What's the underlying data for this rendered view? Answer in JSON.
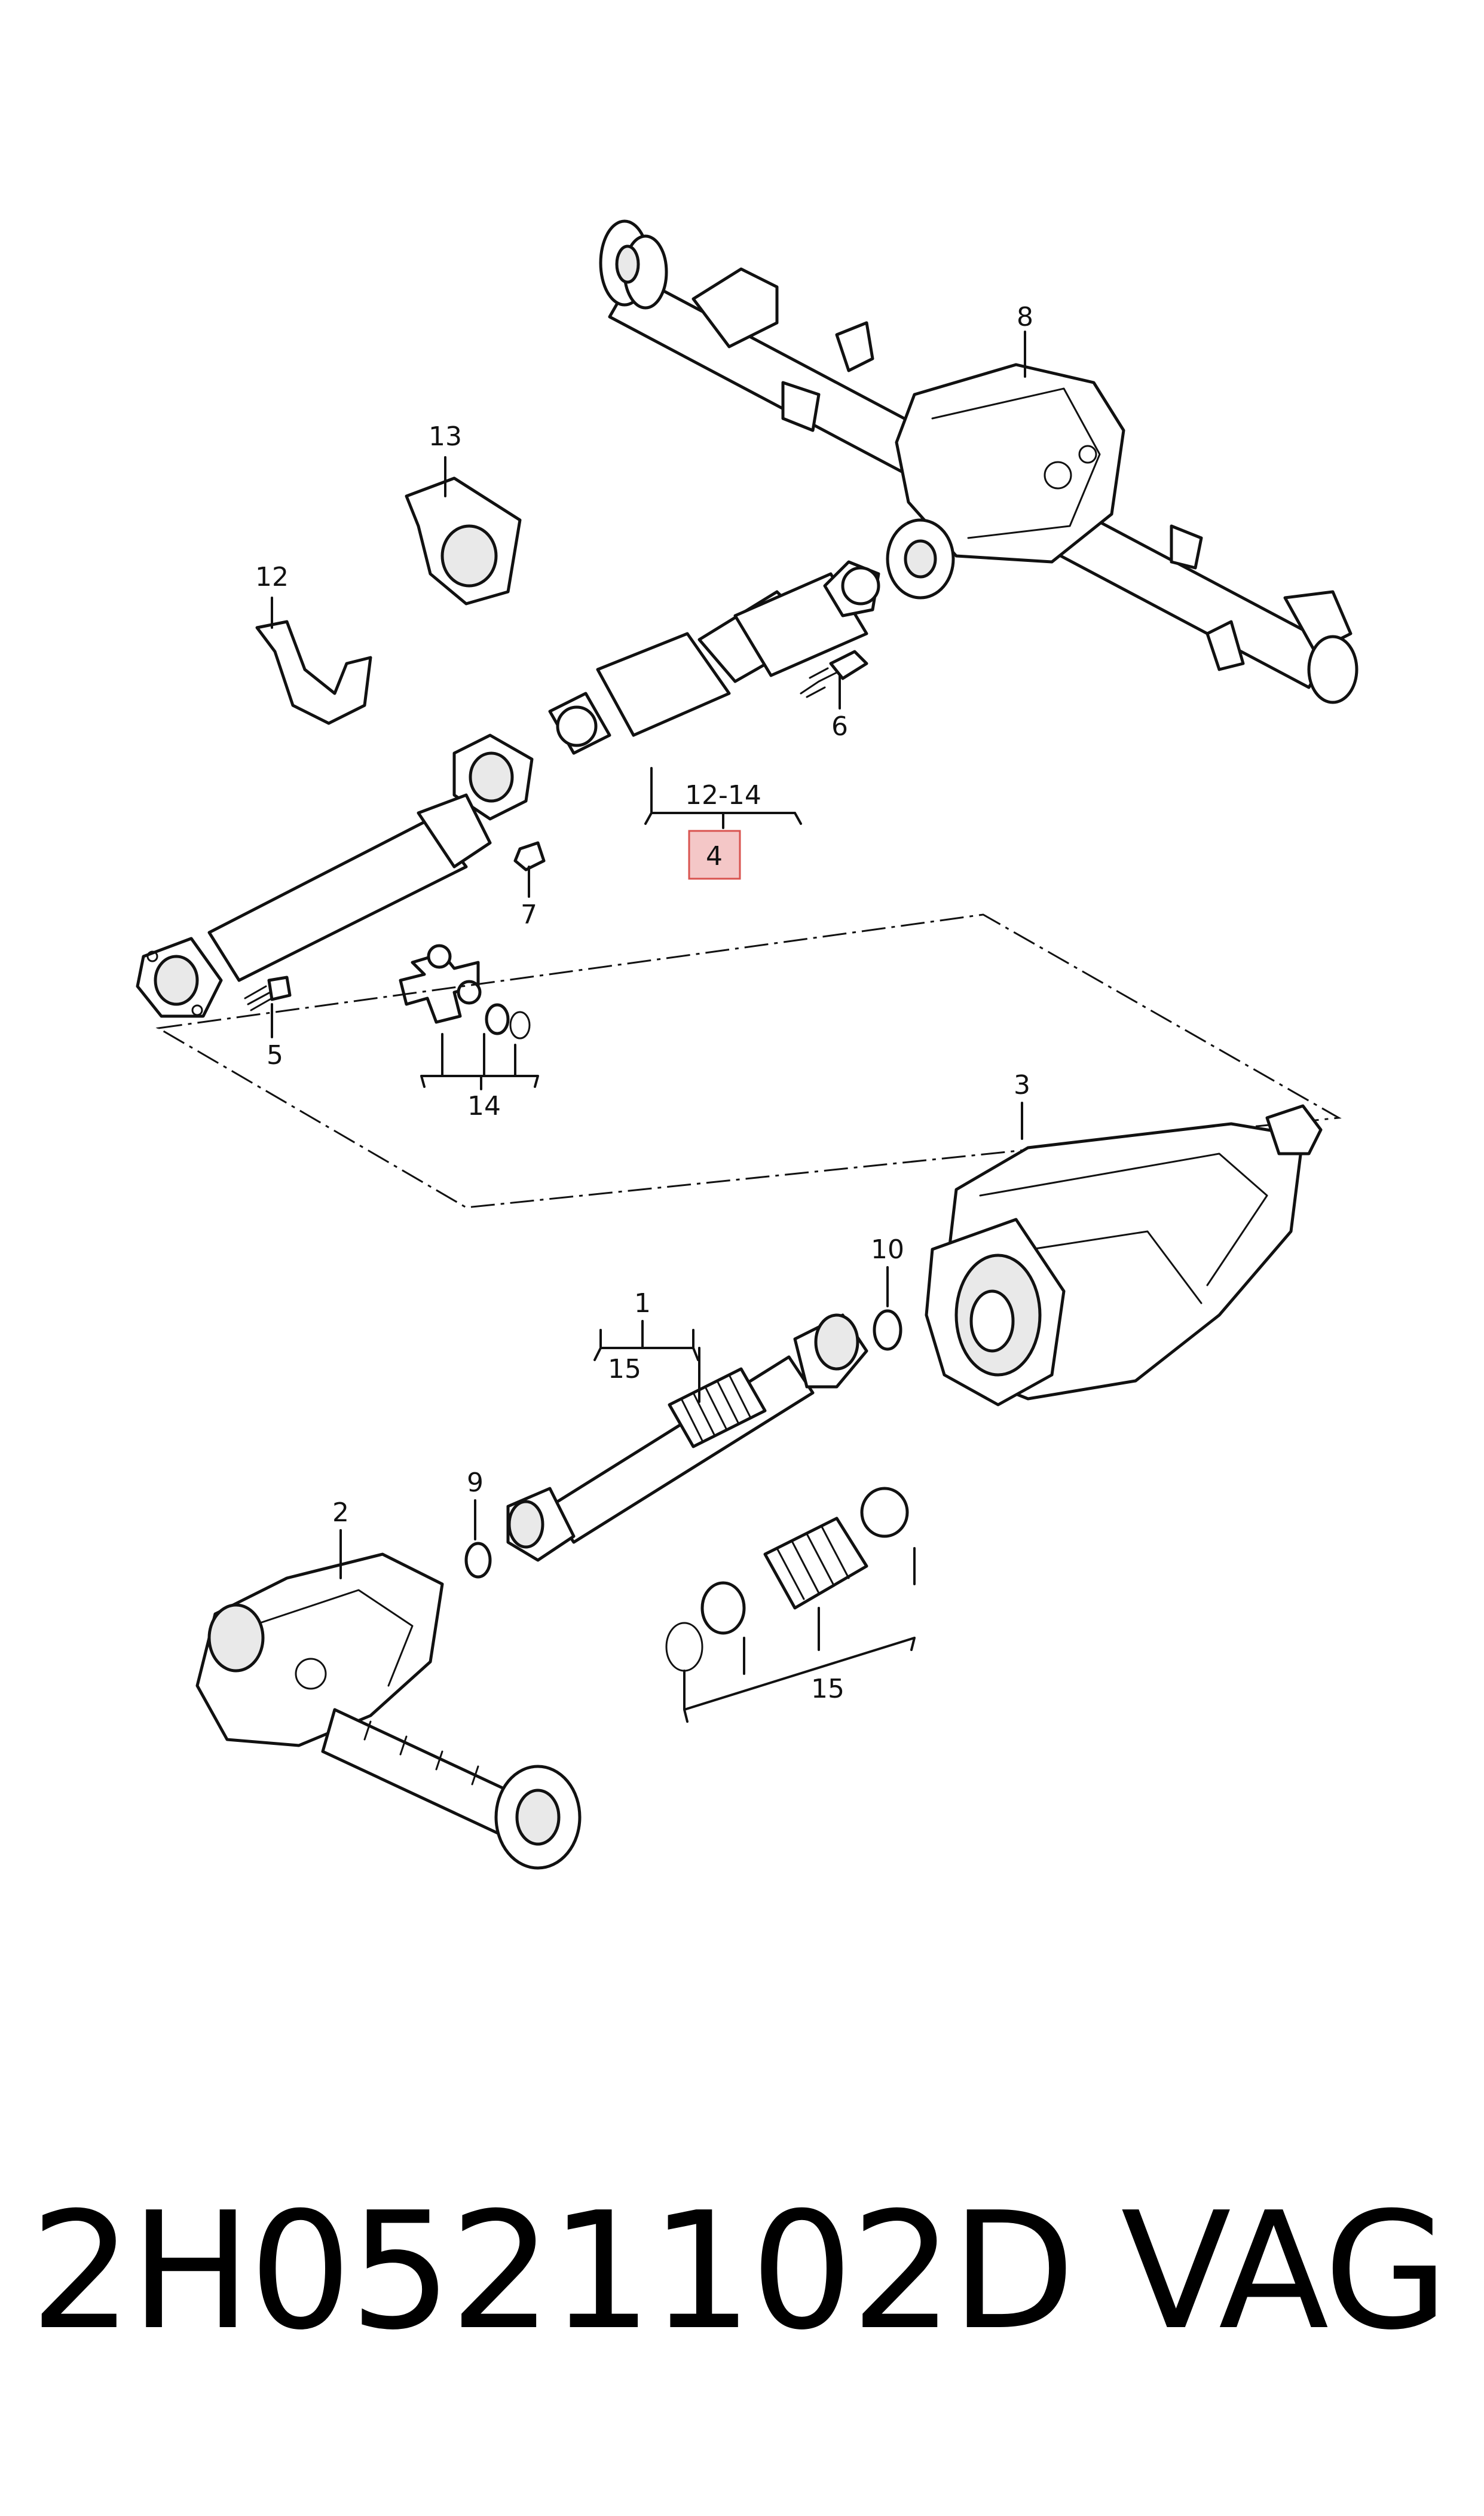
{
  "callouts": {
    "c1": "1",
    "c2": "2",
    "c3": "3",
    "c4": "4",
    "c5": "5",
    "c6": "6",
    "c7": "7",
    "c8": "8",
    "c9": "9",
    "c10": "10",
    "c12": "12",
    "c13": "13",
    "c12_14": "12-14",
    "c14": "14",
    "c15_top": "15",
    "c15_bottom": "15"
  },
  "highlight_color": "#f4c7c7",
  "highlight_border": "#d9534f",
  "caption": {
    "part_number": "2H0521102D",
    "brand": "VAG"
  }
}
